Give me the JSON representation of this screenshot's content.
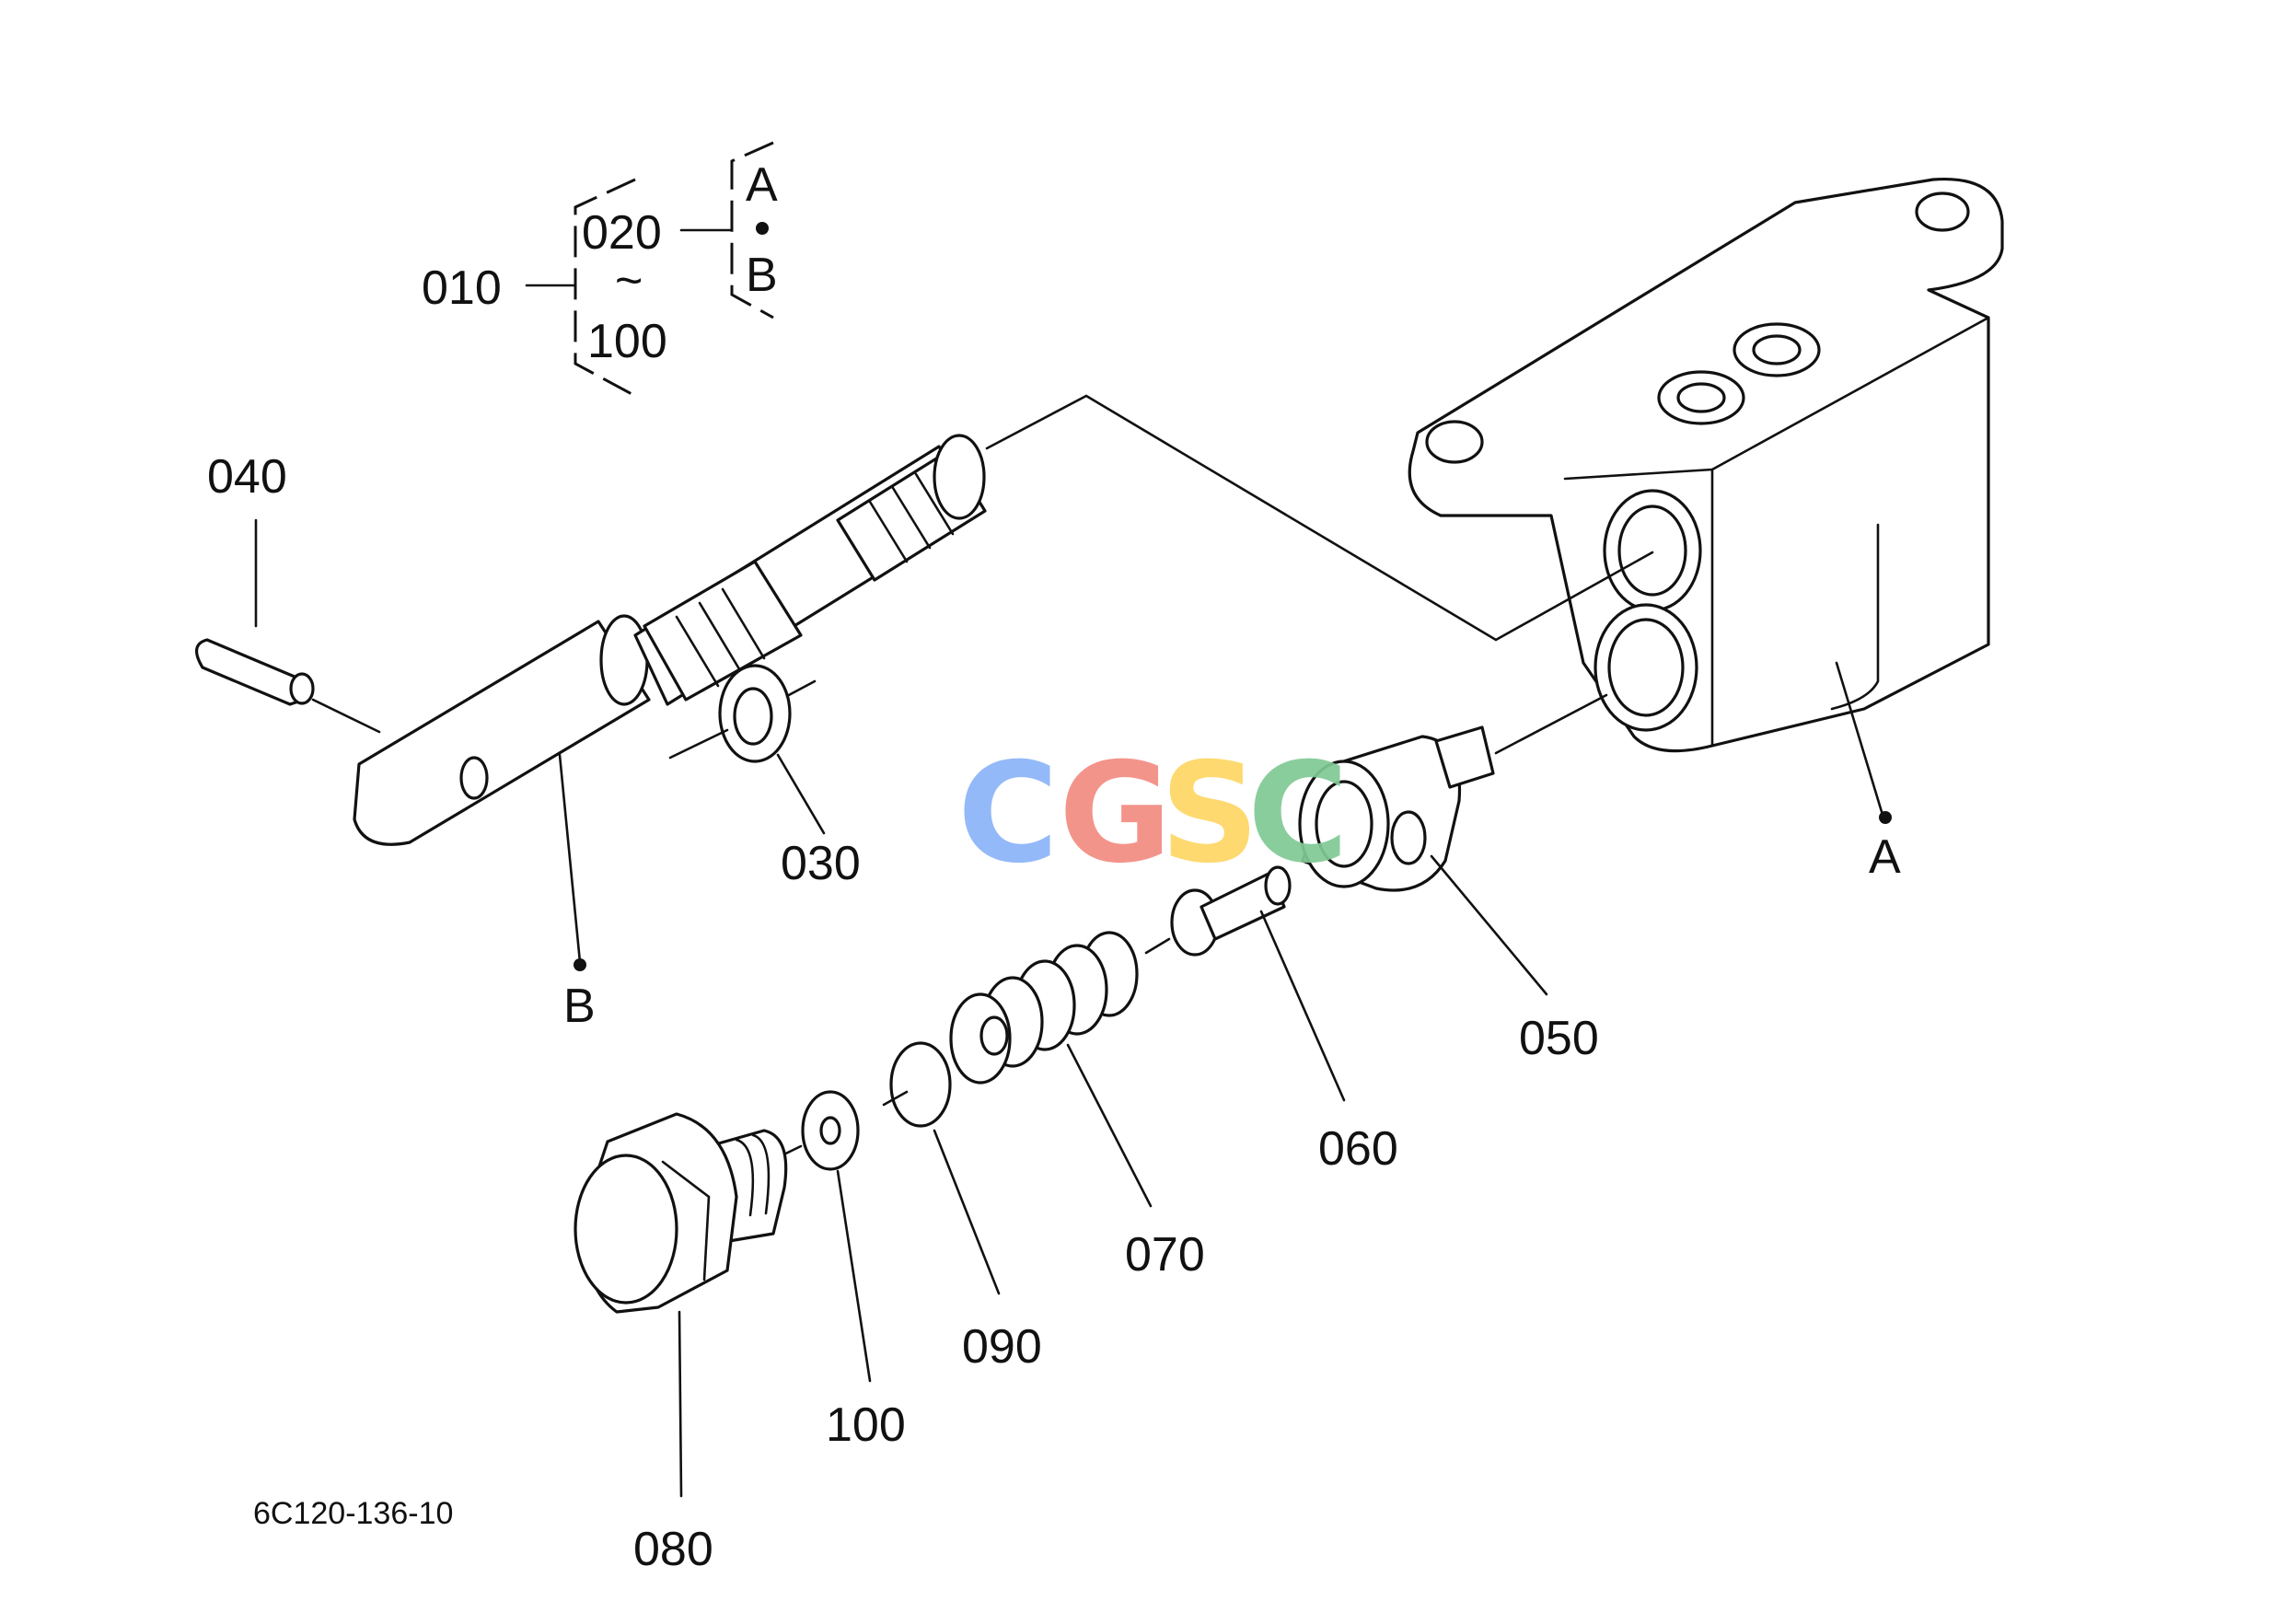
{
  "callouts": {
    "root": "010",
    "range_start": "020",
    "range_end": "100",
    "tilde": "~",
    "ref_a": "A",
    "ref_b": "B"
  },
  "parts": {
    "p030": "030",
    "p040": "040",
    "p050": "050",
    "p060": "060",
    "p070": "070",
    "p080": "080",
    "p090": "090",
    "p100": "100"
  },
  "refs": {
    "a": "A",
    "b": "B"
  },
  "drawing_number": "6C120-136-10",
  "watermark": {
    "letters": [
      "C",
      "G",
      "S",
      "C"
    ],
    "colors": [
      "#8ab4f8",
      "#f28b82",
      "#fdd663",
      "#81c995"
    ]
  }
}
